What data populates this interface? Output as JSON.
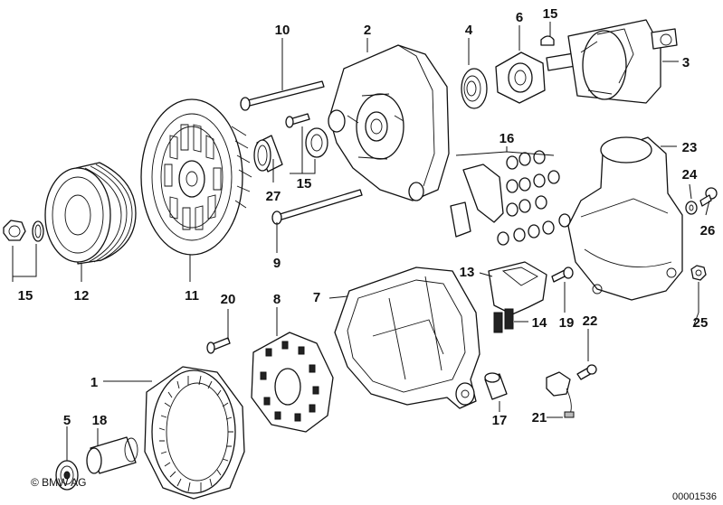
{
  "diagram": {
    "copyright": "© BMW AG",
    "document_id": "00001536",
    "labels": {
      "p1": "1",
      "p2": "2",
      "p3": "3",
      "p4": "4",
      "p5": "5",
      "p6": "6",
      "p7": "7",
      "p8": "8",
      "p9": "9",
      "p10": "10",
      "p11": "11",
      "p12": "12",
      "p13": "13",
      "p14": "14",
      "p15a": "15",
      "p15b": "15",
      "p15c": "15",
      "p16": "16",
      "p17": "17",
      "p18": "18",
      "p19": "19",
      "p20": "20",
      "p21": "21",
      "p22": "22",
      "p23": "23",
      "p24": "24",
      "p25": "25",
      "p26": "26",
      "p27": "27"
    }
  }
}
